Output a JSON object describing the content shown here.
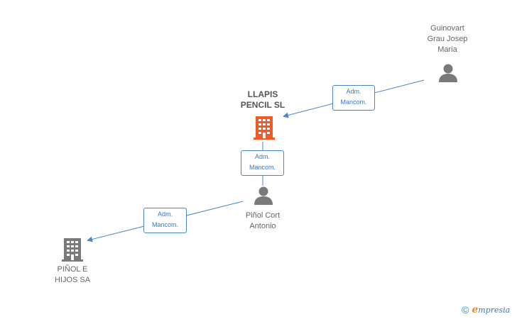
{
  "nodes": {
    "guinovart": {
      "label": "Guinovart\nGrau Josep\nMaria",
      "kind": "person"
    },
    "llapis": {
      "label": "LLAPIS\nPENCIL SL",
      "kind": "company-main"
    },
    "pinol_cort": {
      "label": "Piñol Cort\nAntonio",
      "kind": "person"
    },
    "pinol_e_hijos": {
      "label": "PIÑOL E\nHIJOS SA",
      "kind": "company"
    }
  },
  "edges": [
    {
      "from": "Guinovart Grau Josep Maria",
      "to": "LLAPIS PENCIL SL",
      "line1": "Adm.",
      "line2": "Mancom."
    },
    {
      "from": "Piñol Cort Antonio",
      "to": "LLAPIS PENCIL SL",
      "line1": "Adm.",
      "line2": "Mancom."
    },
    {
      "from": "Piñol Cort Antonio",
      "to": "PIÑOL E HIJOS SA",
      "line1": "Adm.",
      "line2": "Mancom."
    }
  ],
  "footer": {
    "copyright": "©",
    "brand_initial": "e",
    "brand_rest": "mpresia"
  },
  "colors": {
    "edge": "#4a86c8",
    "main_company": "#f05a28",
    "icon": "#7a7a7a"
  }
}
